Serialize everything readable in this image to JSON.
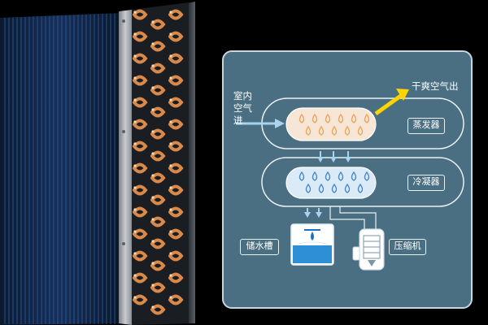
{
  "diagram": {
    "input_label": "室内空气进",
    "output_label": "干爽空气出",
    "evaporator_label": "蒸发器",
    "condenser_label": "冷凝器",
    "water_tank_label": "储水槽",
    "compressor_label": "压缩机"
  },
  "colors": {
    "background": "#000000",
    "panel": "#4a6e82",
    "evaporator_fill": "#f7e6d6",
    "condenser_fill": "#dbeaf7",
    "drop_orange": "#f0a35a",
    "drop_blue": "#4a86c8",
    "output_arrow": "#ffd400",
    "input_arrow": "#a8d4f0",
    "copper": "#d9894a"
  },
  "icons": [
    "coil-image",
    "input-arrow-icon",
    "output-arrow-icon",
    "water-drop-icon",
    "tank-icon",
    "compressor-icon"
  ]
}
